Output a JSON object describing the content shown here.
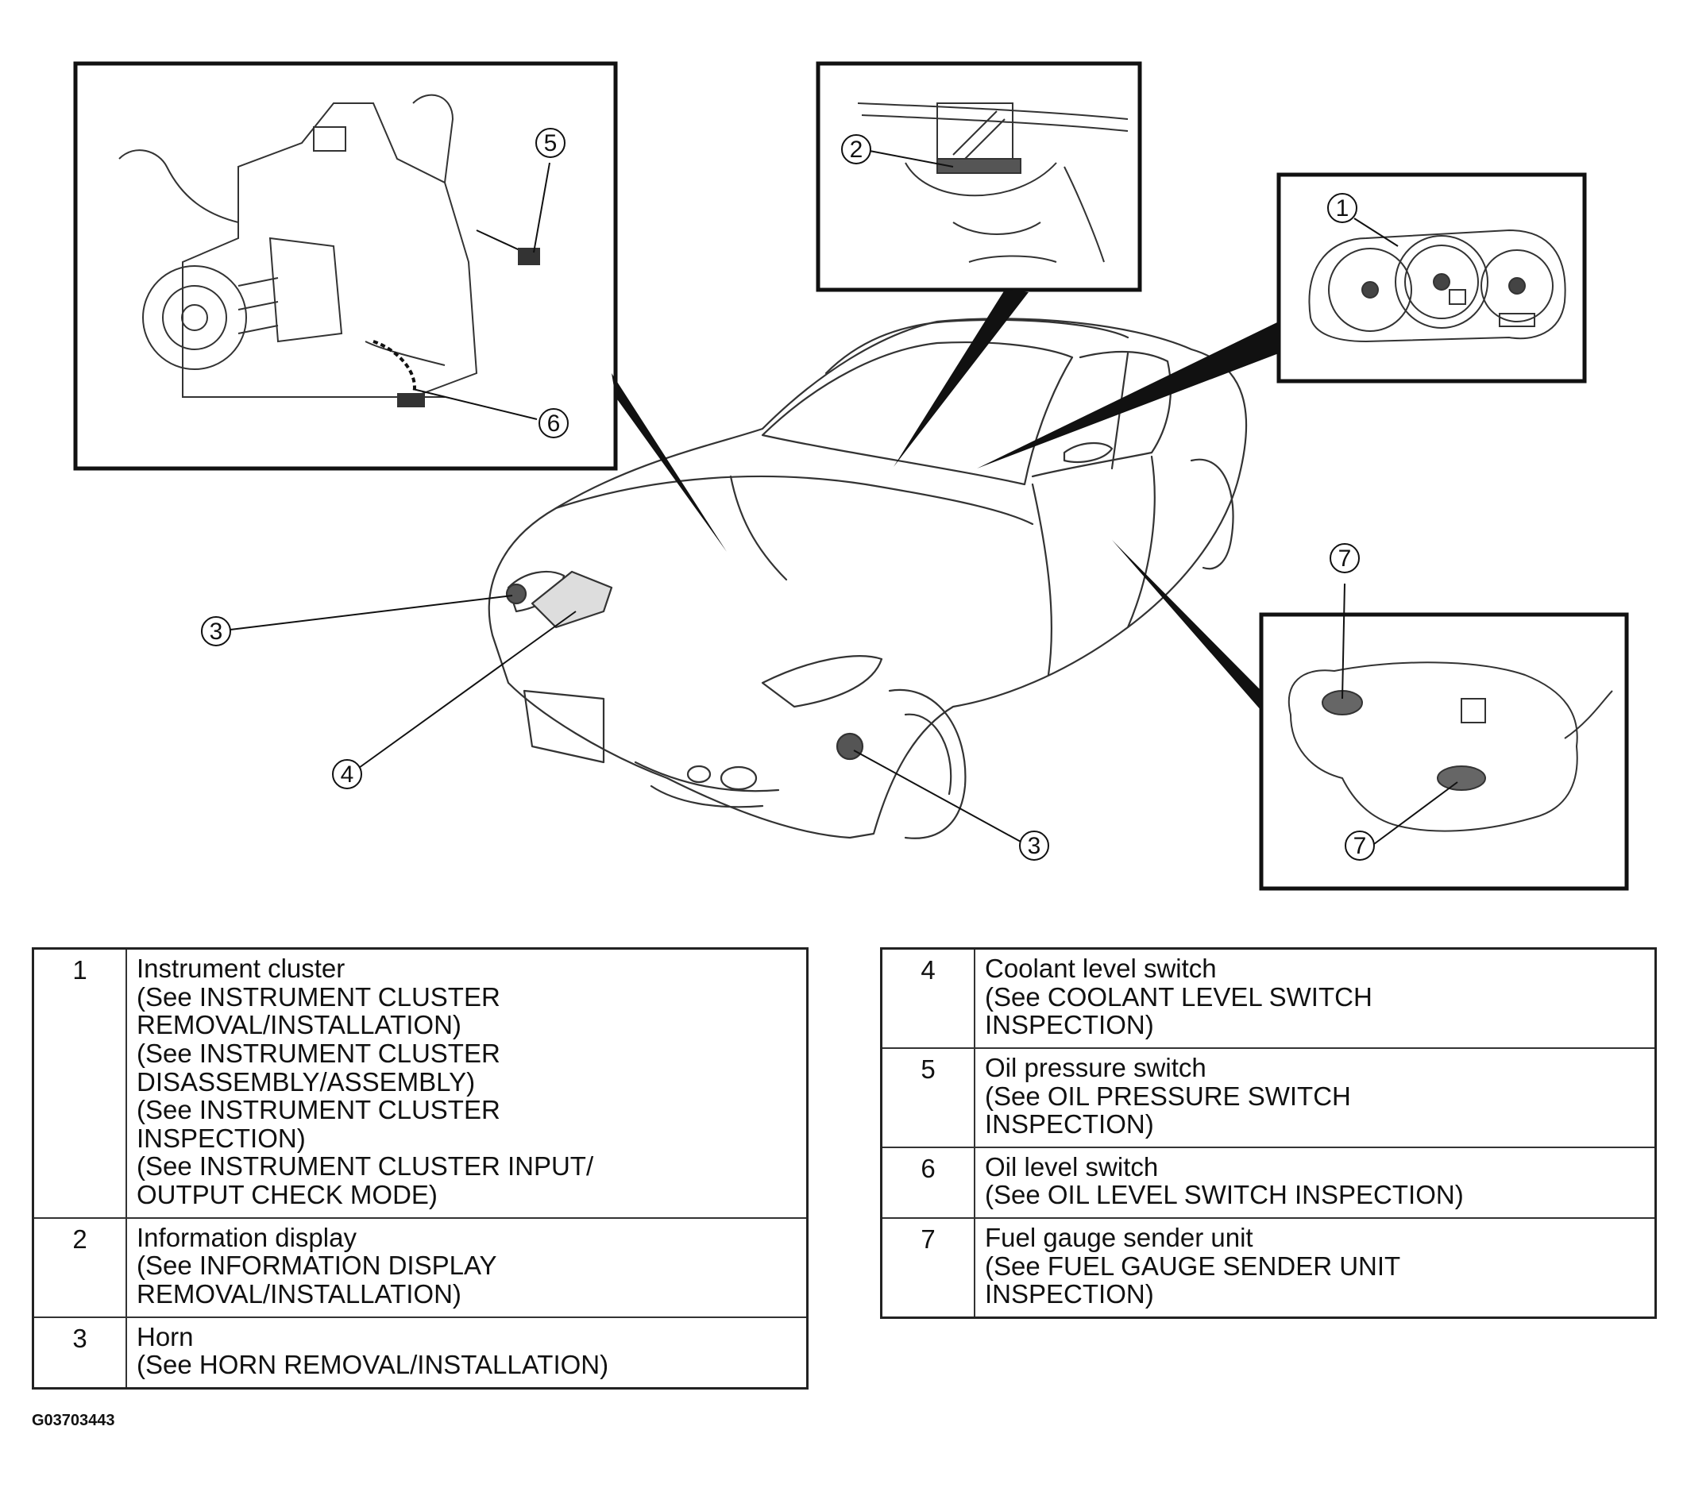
{
  "callouts": {
    "c1": "1",
    "c2": "2",
    "c3a": "3",
    "c3b": "3",
    "c4": "4",
    "c5": "5",
    "c6": "6",
    "c7a": "7",
    "c7b": "7"
  },
  "legend_left": [
    {
      "num": "1",
      "lines": [
        "Instrument cluster",
        "(See INSTRUMENT CLUSTER",
        "REMOVAL/INSTALLATION)",
        "(See INSTRUMENT CLUSTER",
        "DISASSEMBLY/ASSEMBLY)",
        "(See INSTRUMENT CLUSTER",
        "INSPECTION)",
        "(See INSTRUMENT CLUSTER INPUT/",
        "OUTPUT CHECK MODE)"
      ]
    },
    {
      "num": "2",
      "lines": [
        "Information display",
        "(See INFORMATION DISPLAY",
        "REMOVAL/INSTALLATION)"
      ]
    },
    {
      "num": "3",
      "lines": [
        "Horn",
        "(See HORN REMOVAL/INSTALLATION)"
      ]
    }
  ],
  "legend_right": [
    {
      "num": "4",
      "lines": [
        "Coolant level switch",
        "(See COOLANT LEVEL SWITCH",
        "INSPECTION)"
      ]
    },
    {
      "num": "5",
      "lines": [
        "Oil pressure switch",
        "(See OIL PRESSURE SWITCH",
        "INSPECTION)"
      ]
    },
    {
      "num": "6",
      "lines": [
        "Oil level switch",
        "(See OIL LEVEL SWITCH INSPECTION)"
      ]
    },
    {
      "num": "7",
      "lines": [
        "Fuel gauge sender unit",
        "(See FUEL GAUGE SENDER UNIT",
        "INSPECTION)"
      ]
    }
  ],
  "doc_code": "G03703443"
}
